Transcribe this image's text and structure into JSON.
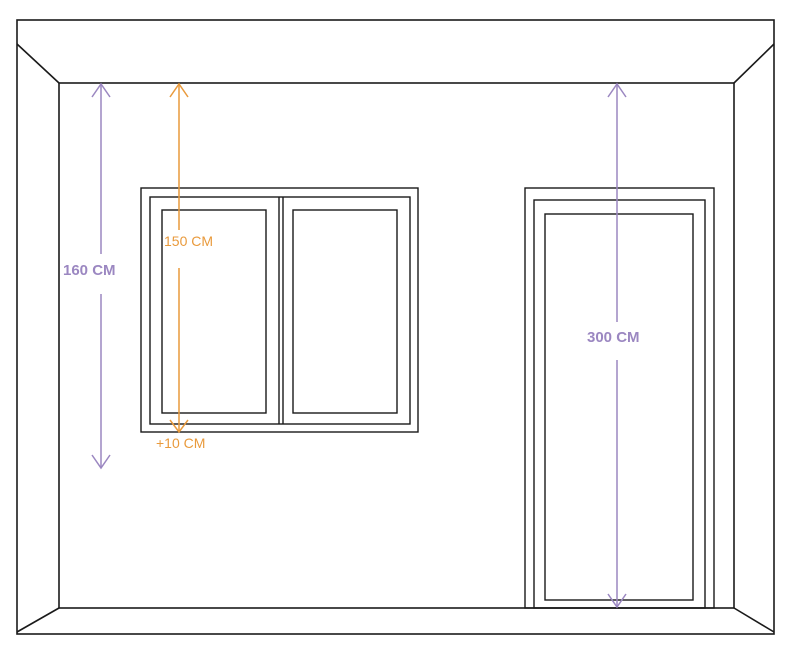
{
  "colors": {
    "line": "#1a1a1a",
    "dimension_purple": "#9b87c1",
    "dimension_orange": "#e99a3c"
  },
  "dimensions": {
    "wall_height_label": "160 CM",
    "window_top_label": "150 CM",
    "window_bottom_label": "+10 CM",
    "door_height_label": "300 CM"
  }
}
